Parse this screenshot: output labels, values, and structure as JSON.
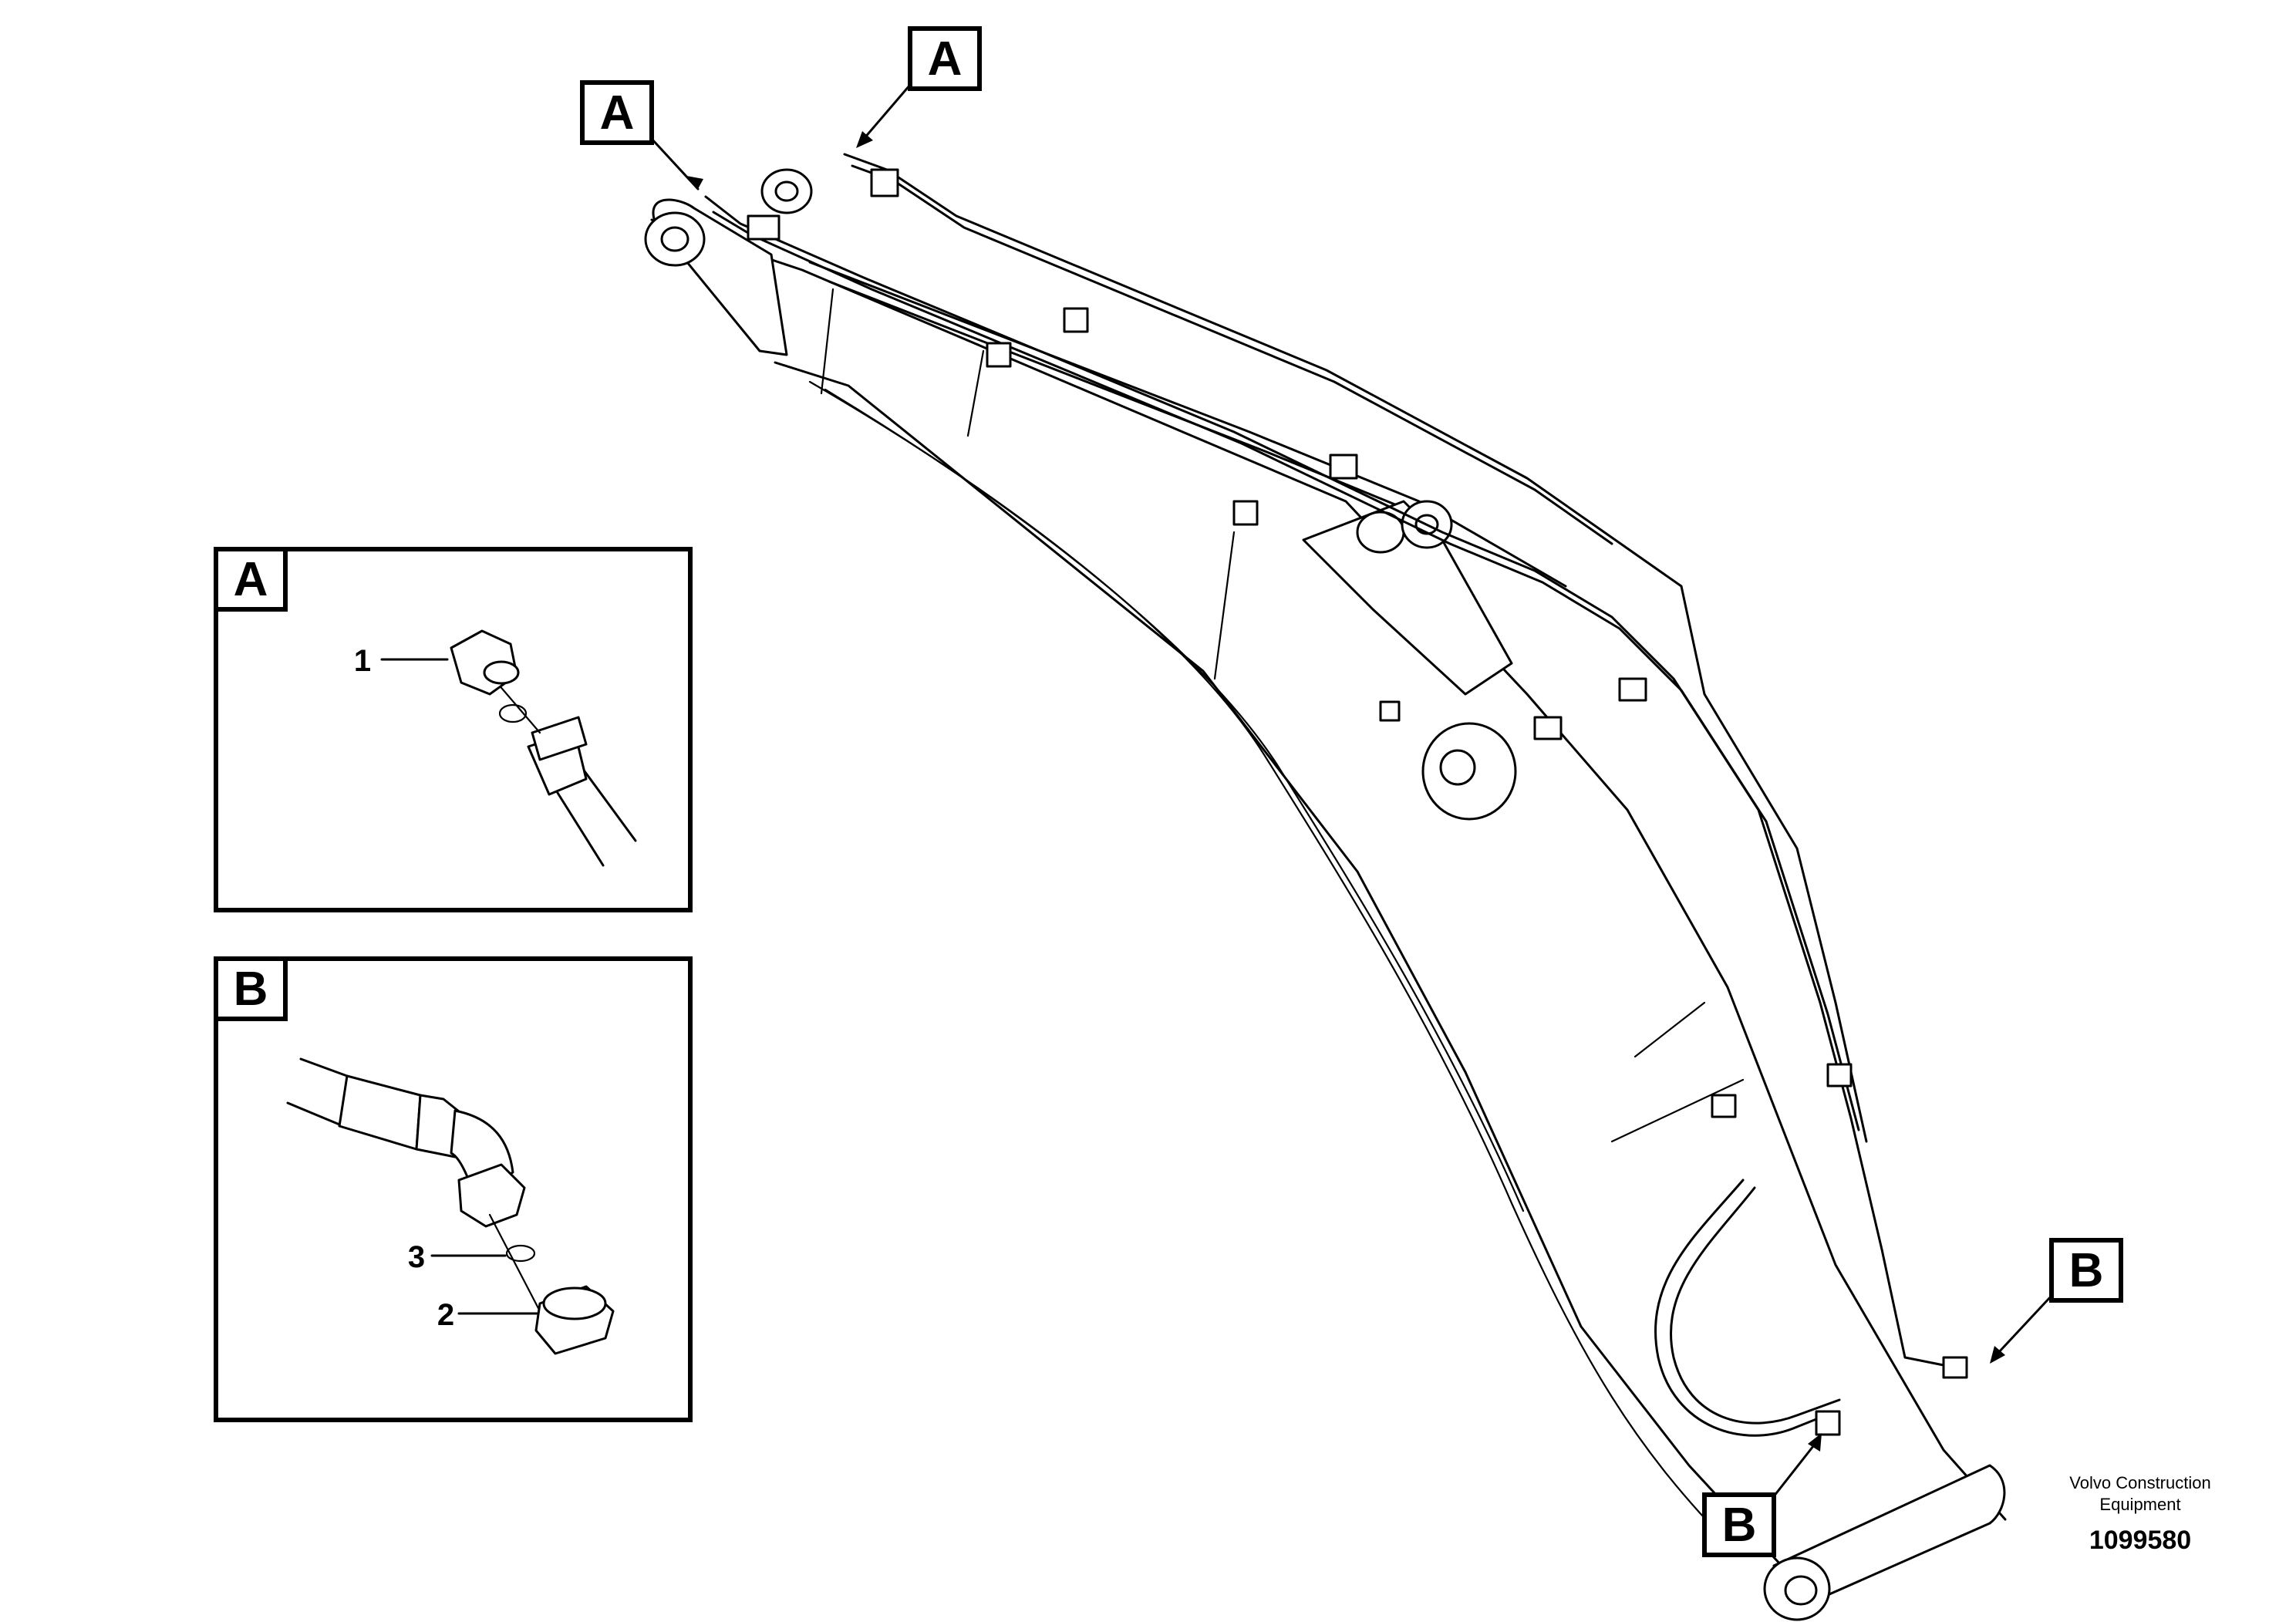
{
  "callouts": {
    "a_top_left": "A",
    "a_top_right": "A",
    "b_right": "B",
    "b_bottom": "B"
  },
  "detail_a": {
    "tag": "A",
    "items": [
      {
        "number": "1"
      }
    ]
  },
  "detail_b": {
    "tag": "B",
    "items": [
      {
        "number": "3"
      },
      {
        "number": "2"
      }
    ]
  },
  "footer": {
    "company_line1": "Volvo Construction",
    "company_line2": "Equipment",
    "figure_number": "1099580"
  }
}
